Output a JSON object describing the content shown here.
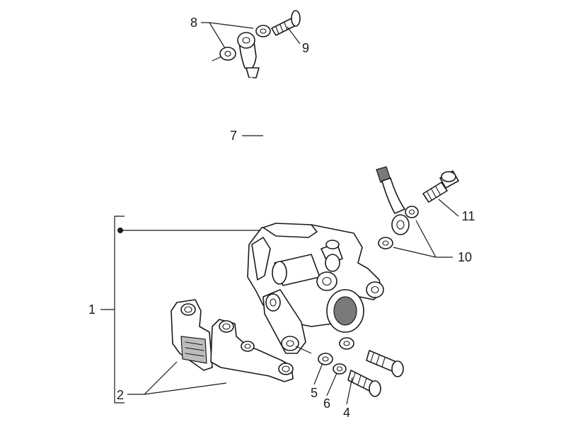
{
  "diagram": {
    "callouts": [
      {
        "id": "1",
        "text": "1"
      },
      {
        "id": "2",
        "text": "2"
      },
      {
        "id": "4",
        "text": "4"
      },
      {
        "id": "5",
        "text": "5"
      },
      {
        "id": "6",
        "text": "6"
      },
      {
        "id": "7",
        "text": "7"
      },
      {
        "id": "8",
        "text": "8"
      },
      {
        "id": "9",
        "text": "9"
      },
      {
        "id": "10",
        "text": "10"
      },
      {
        "id": "11",
        "text": "11"
      }
    ]
  }
}
